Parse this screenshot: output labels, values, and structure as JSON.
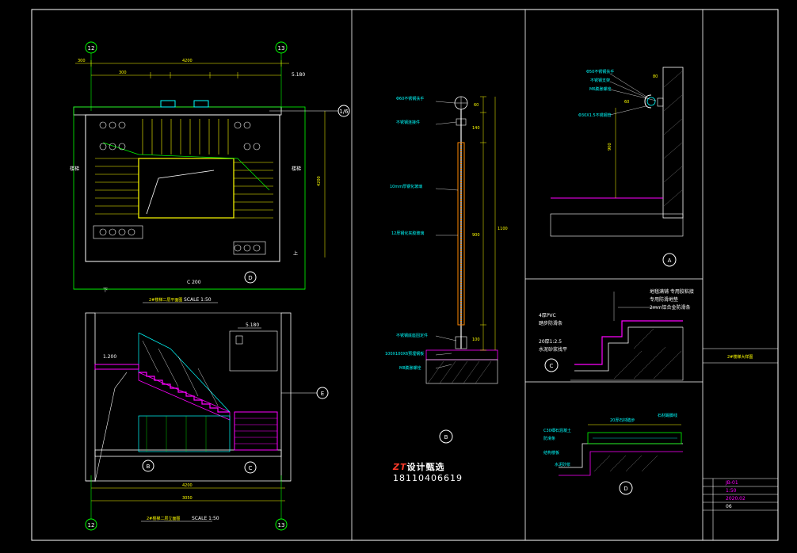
{
  "grid_axes": {
    "left": "12",
    "right": "13"
  },
  "plan": {
    "title": "2#楼梯二层平面图",
    "scale": "SCALE 1:50",
    "dim_total": "4200",
    "dim_side": "300",
    "elev_label": "5.180",
    "label_left": "楼梯",
    "label_right": "楼梯",
    "label_down": "下",
    "label_up": "上",
    "bottom_text": "C 200",
    "section_ref": "1/6",
    "detail_a": "D"
  },
  "section": {
    "title": "2#楼梯二层立面图",
    "scale": "SCALE 1:50",
    "elev_top": "5.180",
    "elev_left": "1.200",
    "dim_a": "4200",
    "dim_b": "3050",
    "callout_b": "B",
    "callout_c": "C",
    "callout_e": "E"
  },
  "rail_detail": {
    "dim_top": "60",
    "dim_mid": "140",
    "dim_main": "900",
    "dim_total": "1100",
    "dim_bottom": "100",
    "label_1": "Φ60不锈钢扶手",
    "label_2": "不锈钢连接件",
    "label_3": "10mm厚钢化玻璃",
    "label_4": "12厚钢化夹胶玻璃",
    "label_5": "不锈钢底座固定件",
    "label_6": "100X100X6预埋钢板",
    "label_7": "M8膨胀螺栓",
    "callout": "B"
  },
  "detail_a": {
    "label_1": "Φ50不锈钢扶手",
    "label_2": "不锈钢支架",
    "label_3": "M6膨胀螺栓",
    "label_4": "Φ30X1.5不锈钢管",
    "dim_1": "80",
    "dim_2": "60",
    "dim_3": "900",
    "callout": "A"
  },
  "detail_c": {
    "label_1": "地毯满铺 专用胶粘接",
    "label_2": "专用防滑地垫",
    "label_3": "2mm铝合金防滑条",
    "label_4": "4厚PVC",
    "label_5": "踏步防滑条",
    "label_6": "20厚1:2.5",
    "label_7": "水泥砂浆找平",
    "callout": "C"
  },
  "detail_d": {
    "label_1": "20厚石材踏步",
    "label_2": "石材踢脚线",
    "label_3": "C30细石混凝土",
    "label_4": "防滑条",
    "label_5": "结构楼板",
    "label_6": "水泥砂浆",
    "callout": "D"
  },
  "title_block": {
    "drawing_name": "2#楼梯大样图",
    "row_1": "JB-01",
    "row_2": "1:50",
    "row_3": "2020.02",
    "row_4": "06"
  },
  "watermark": {
    "brand_logo": "ZT",
    "brand_text": "设计甄选",
    "phone": "18110406619"
  }
}
